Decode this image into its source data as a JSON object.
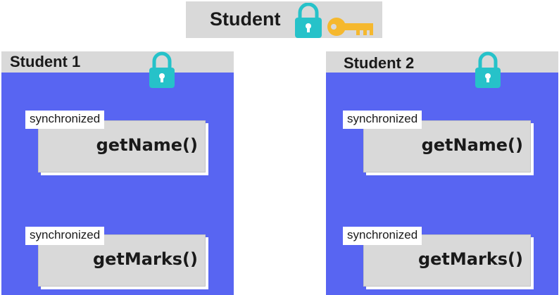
{
  "class_header": {
    "title": "Student",
    "lock_icon_color": "#26c2c9",
    "key_icon_color": "#f5b82e"
  },
  "instances": [
    {
      "title": "Student 1",
      "methods": [
        {
          "modifier": "synchronized",
          "name": "getName()"
        },
        {
          "modifier": "synchronized",
          "name": "getMarks()"
        }
      ]
    },
    {
      "title": "Student 2",
      "methods": [
        {
          "modifier": "synchronized",
          "name": "getName()"
        },
        {
          "modifier": "synchronized",
          "name": "getMarks()"
        }
      ]
    }
  ],
  "colors": {
    "instance_background": "#5865f2",
    "header_background": "#d9d9d9",
    "lock": "#26c2c9"
  }
}
